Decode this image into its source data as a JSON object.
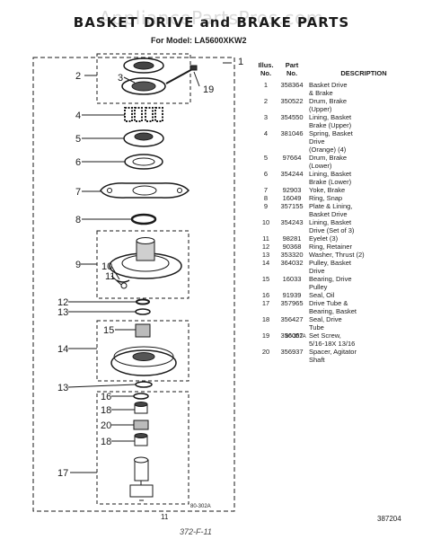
{
  "watermark": "AppliancePartsPros.com",
  "title": "BASKET DRIVE and BRAKE PARTS",
  "model_line": "For Model: LA5600XKW2",
  "table": {
    "header": {
      "illus": "Illus.\nNo.",
      "part": "Part\nNo.",
      "desc": "DESCRIPTION"
    },
    "rows": [
      {
        "illus": "1",
        "part": "358364",
        "desc": "Basket Drive\n& Brake"
      },
      {
        "illus": "2",
        "part": "350522",
        "desc": "Drum, Brake\n(Upper)"
      },
      {
        "illus": "3",
        "part": "354550",
        "desc": "Lining, Basket\nBrake (Upper)"
      },
      {
        "illus": "4",
        "part": "381046",
        "desc": "Spring, Basket\nDrive\n(Orange) (4)"
      },
      {
        "illus": "5",
        "part": "97664",
        "desc": "Drum, Brake\n(Lower)"
      },
      {
        "illus": "6",
        "part": "354244",
        "desc": "Lining, Basket\nBrake (Lower)"
      },
      {
        "illus": "7",
        "part": "92903",
        "desc": "Yoke, Brake"
      },
      {
        "illus": "8",
        "part": "16049",
        "desc": "Ring, Snap"
      },
      {
        "illus": "9",
        "part": "357155",
        "desc": "Plate & Lining,\nBasket Drive"
      },
      {
        "illus": "10",
        "part": "354243",
        "desc": "Lining, Basket\nDrive (Set of 3)"
      },
      {
        "illus": "11",
        "part": "98281",
        "desc": "Eyelet (3)"
      },
      {
        "illus": "12",
        "part": "90368",
        "desc": "Ring, Retainer"
      },
      {
        "illus": "13",
        "part": "353320",
        "desc": "Washer, Thrust (2)"
      },
      {
        "illus": "14",
        "part": "364032",
        "desc": "Pulley, Basket\nDrive"
      },
      {
        "illus": "15",
        "part": "16033",
        "desc": "Bearing, Drive\nPulley"
      },
      {
        "illus": "16",
        "part": "91939",
        "desc": "Seal, Oil"
      },
      {
        "illus": "17",
        "part": "357965",
        "desc": "Drive Tube &\nBearing, Basket"
      },
      {
        "illus": "18",
        "part": "356427",
        "desc": "Seal, Drive\nTube"
      },
      {
        "illus": "19",
        "part": "356057",
        "desc": "Set Screw,\n5/16-18X 13/16"
      },
      {
        "illus": "20",
        "part": "356937",
        "desc": "Spacer, Agitator\nShaft"
      }
    ]
  },
  "callouts": [
    "1",
    "2",
    "3",
    "4",
    "5",
    "6",
    "7",
    "8",
    "9",
    "10",
    "11",
    "12",
    "13",
    "14",
    "15",
    "13",
    "16",
    "18",
    "20",
    "18",
    "17",
    "19"
  ],
  "drawing_code_1": "80-302A",
  "drawing_code_2": "80-302A",
  "page_number": "11",
  "catalog_number": "387204",
  "handwritten_note": "372-F-11"
}
